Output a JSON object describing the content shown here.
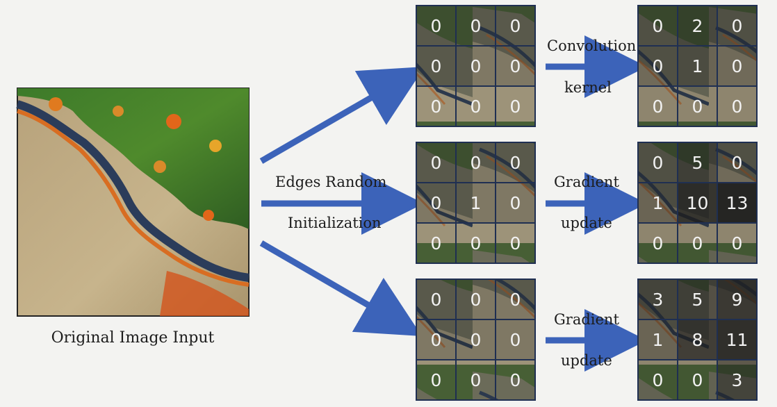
{
  "input_caption": "Original Image Input",
  "branches": [
    {
      "label_lines": [
        "Edges",
        "Random"
      ],
      "label2": "Initialization"
    }
  ],
  "labels": {
    "convolution_line1": "Convolution",
    "convolution_line2": "kernel",
    "gradient1_line1": "Gradient",
    "gradient1_line2": "update",
    "gradient2_line1": "Gradient",
    "gradient2_line2": "update",
    "edges_random": "Edges Random",
    "initialization": "Initialization"
  },
  "colors": {
    "arrow": "#3c63b9",
    "grid_line": "#1f2f52",
    "cell_text": "#f2f2f2"
  },
  "grids": {
    "left_top": {
      "values": [
        [
          "0",
          "0",
          "0"
        ],
        [
          "0",
          "0",
          "0"
        ],
        [
          "0",
          "0",
          "0"
        ]
      ]
    },
    "left_mid": {
      "values": [
        [
          "0",
          "0",
          "0"
        ],
        [
          "0",
          "1",
          "0"
        ],
        [
          "0",
          "0",
          "0"
        ]
      ]
    },
    "left_bot": {
      "values": [
        [
          "0",
          "0",
          "0"
        ],
        [
          "0",
          "0",
          "0"
        ],
        [
          "0",
          "0",
          "0"
        ]
      ]
    },
    "right_top": {
      "values": [
        [
          "0",
          "2",
          "0"
        ],
        [
          "0",
          "1",
          "0"
        ],
        [
          "0",
          "0",
          "0"
        ]
      ]
    },
    "right_mid": {
      "values": [
        [
          "0",
          "5",
          "0"
        ],
        [
          "1",
          "10",
          "13"
        ],
        [
          "0",
          "0",
          "0"
        ]
      ]
    },
    "right_bot": {
      "values": [
        [
          "3",
          "5",
          "9"
        ],
        [
          "1",
          "8",
          "11"
        ],
        [
          "0",
          "0",
          "3"
        ]
      ]
    }
  }
}
